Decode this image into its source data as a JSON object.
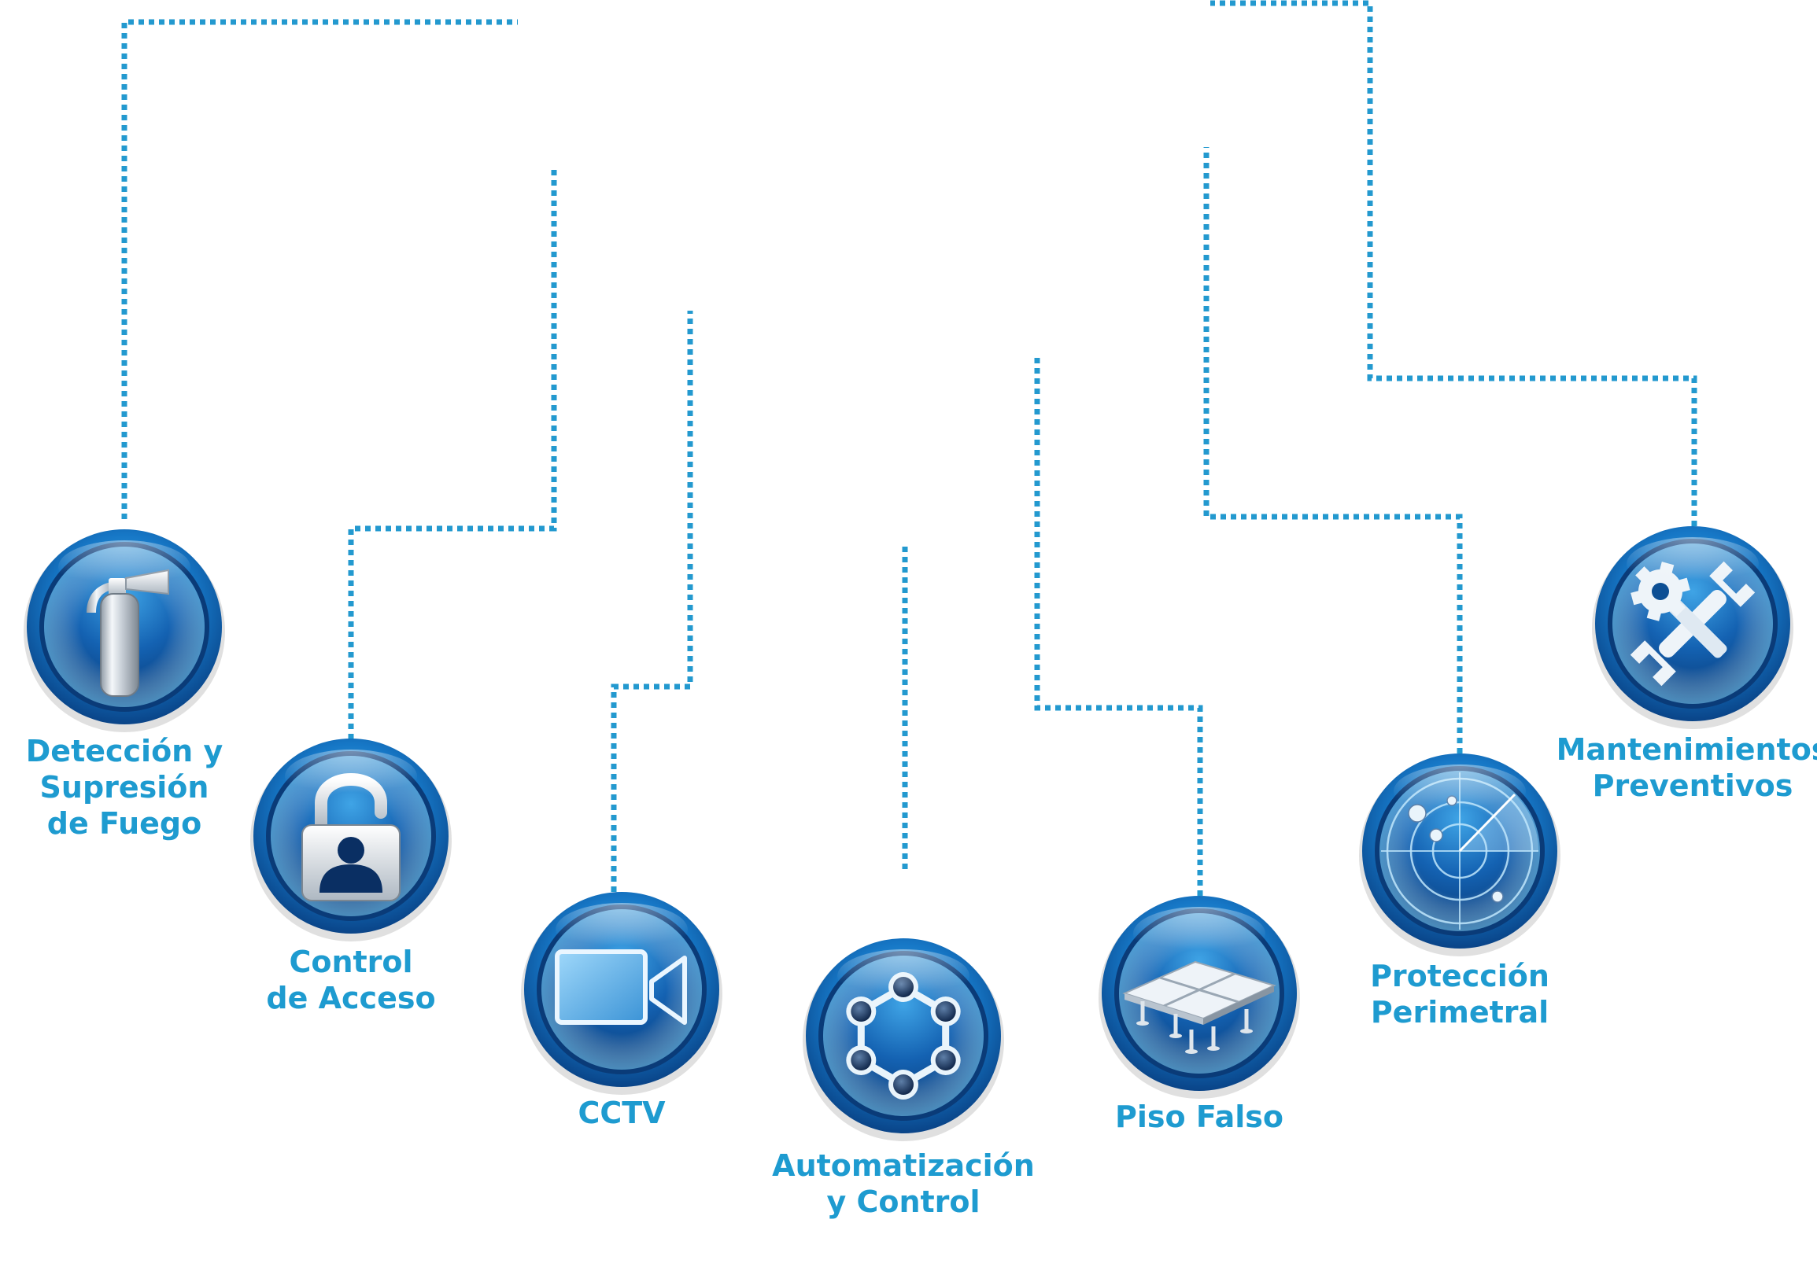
{
  "colors": {
    "accent": "#1e9bd0",
    "line": "#2399cf",
    "icon_dark": "#063b79",
    "icon_mid": "#1b74c4",
    "icon_light": "#bfe6fb"
  },
  "services": [
    {
      "label_lines": [
        "Detección y",
        "Supresión",
        "de Fuego"
      ],
      "icon": "fire-extinguisher-icon"
    },
    {
      "label_lines": [
        "Control",
        "de Acceso"
      ],
      "icon": "padlock-user-icon"
    },
    {
      "label_lines": [
        "CCTV"
      ],
      "icon": "video-camera-icon"
    },
    {
      "label_lines": [
        "Automatización",
        "y Control"
      ],
      "icon": "network-ring-icon"
    },
    {
      "label_lines": [
        "Piso Falso"
      ],
      "icon": "raised-floor-icon"
    },
    {
      "label_lines": [
        "Protección",
        "Perimetral"
      ],
      "icon": "radar-icon"
    },
    {
      "label_lines": [
        "Mantenimientos",
        "Preventivos"
      ],
      "icon": "wrench-screwdriver-icon"
    }
  ]
}
